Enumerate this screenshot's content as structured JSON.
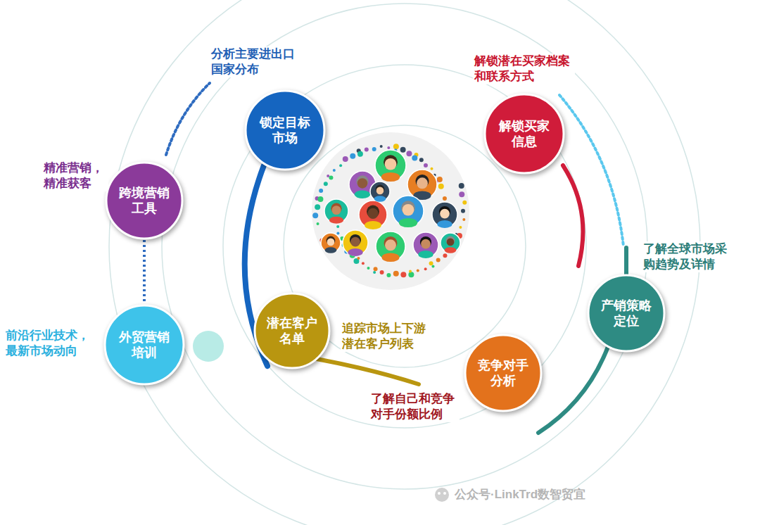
{
  "diagram": {
    "nodes": [
      {
        "text": [
          "锁定目标市场"
        ]
      },
      {
        "text": [
          "解锁买家信息"
        ]
      },
      {
        "text": [
          "跨境营销工具"
        ]
      },
      {
        "text": [
          "外贸营销培训"
        ]
      },
      {
        "text": [
          "潜在客户名单"
        ]
      },
      {
        "text": [
          "竞争对手分析"
        ]
      },
      {
        "text": [
          "产销策略定位"
        ]
      }
    ],
    "edges": [
      {
        "from": 2,
        "to": 3,
        "arrow": "none"
      }
    ],
    "labels": [
      "分析主要进出口 国家分布",
      "解锁潜在买家档案 和联系方式",
      "精准营销， 精准获客",
      "了解全球市场采 购趋势及详情",
      "前沿行业技术， 最新市场动向",
      "追踪市场上下游 潜在客户列表",
      "了解自己和竞争 对手份额比例",
      "公众号·LinkTrd数智贸宜"
    ]
  }
}
